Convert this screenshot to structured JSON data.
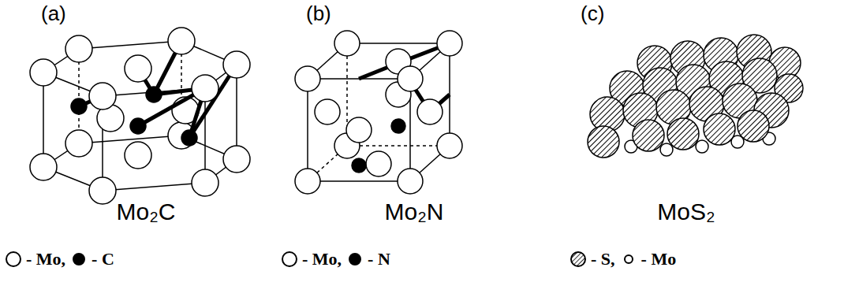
{
  "diagram": {
    "labels": [
      "(a)",
      "(b)",
      "(c)",
      "Mo₂C",
      "Mo₂N",
      "MoS₂"
    ],
    "legend": [
      {
        "text": "- Mo,"
      },
      {
        "text": "- C"
      },
      {
        "text": "- Mo,"
      },
      {
        "text": "- N"
      },
      {
        "text": "- S,"
      },
      {
        "text": "- Mo"
      }
    ]
  }
}
